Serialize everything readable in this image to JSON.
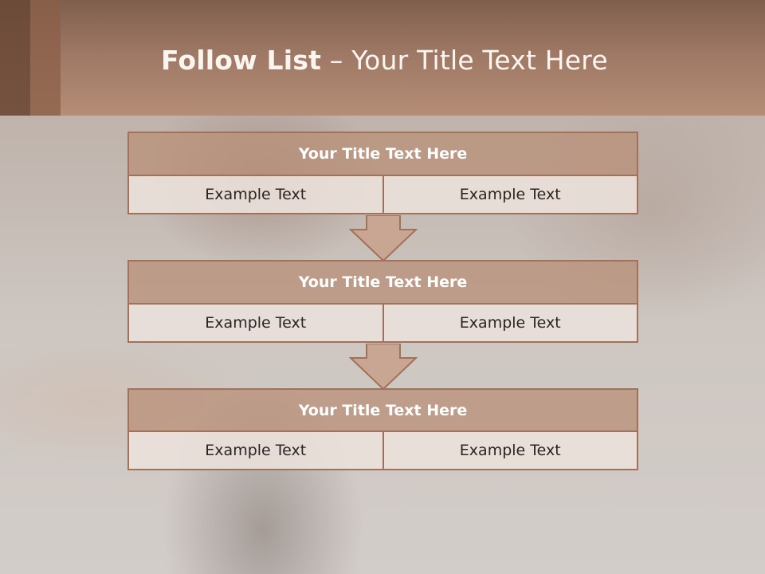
{
  "slide": {
    "title_bold": "Follow List",
    "title_rest": " – Your Title Text Here"
  },
  "steps": [
    {
      "title": "Your Title Text Here",
      "left": "Example Text",
      "right": "Example Text"
    },
    {
      "title": "Your Title Text Here",
      "left": "Example Text",
      "right": "Example Text"
    },
    {
      "title": "Your Title Text Here",
      "left": "Example Text",
      "right": "Example Text"
    }
  ],
  "colors": {
    "header": "#a07a66",
    "box_title": "#b8917a",
    "box_border": "#a07259",
    "cell_fill": "#ece1dc"
  },
  "icons": [
    "down-arrow-icon"
  ]
}
